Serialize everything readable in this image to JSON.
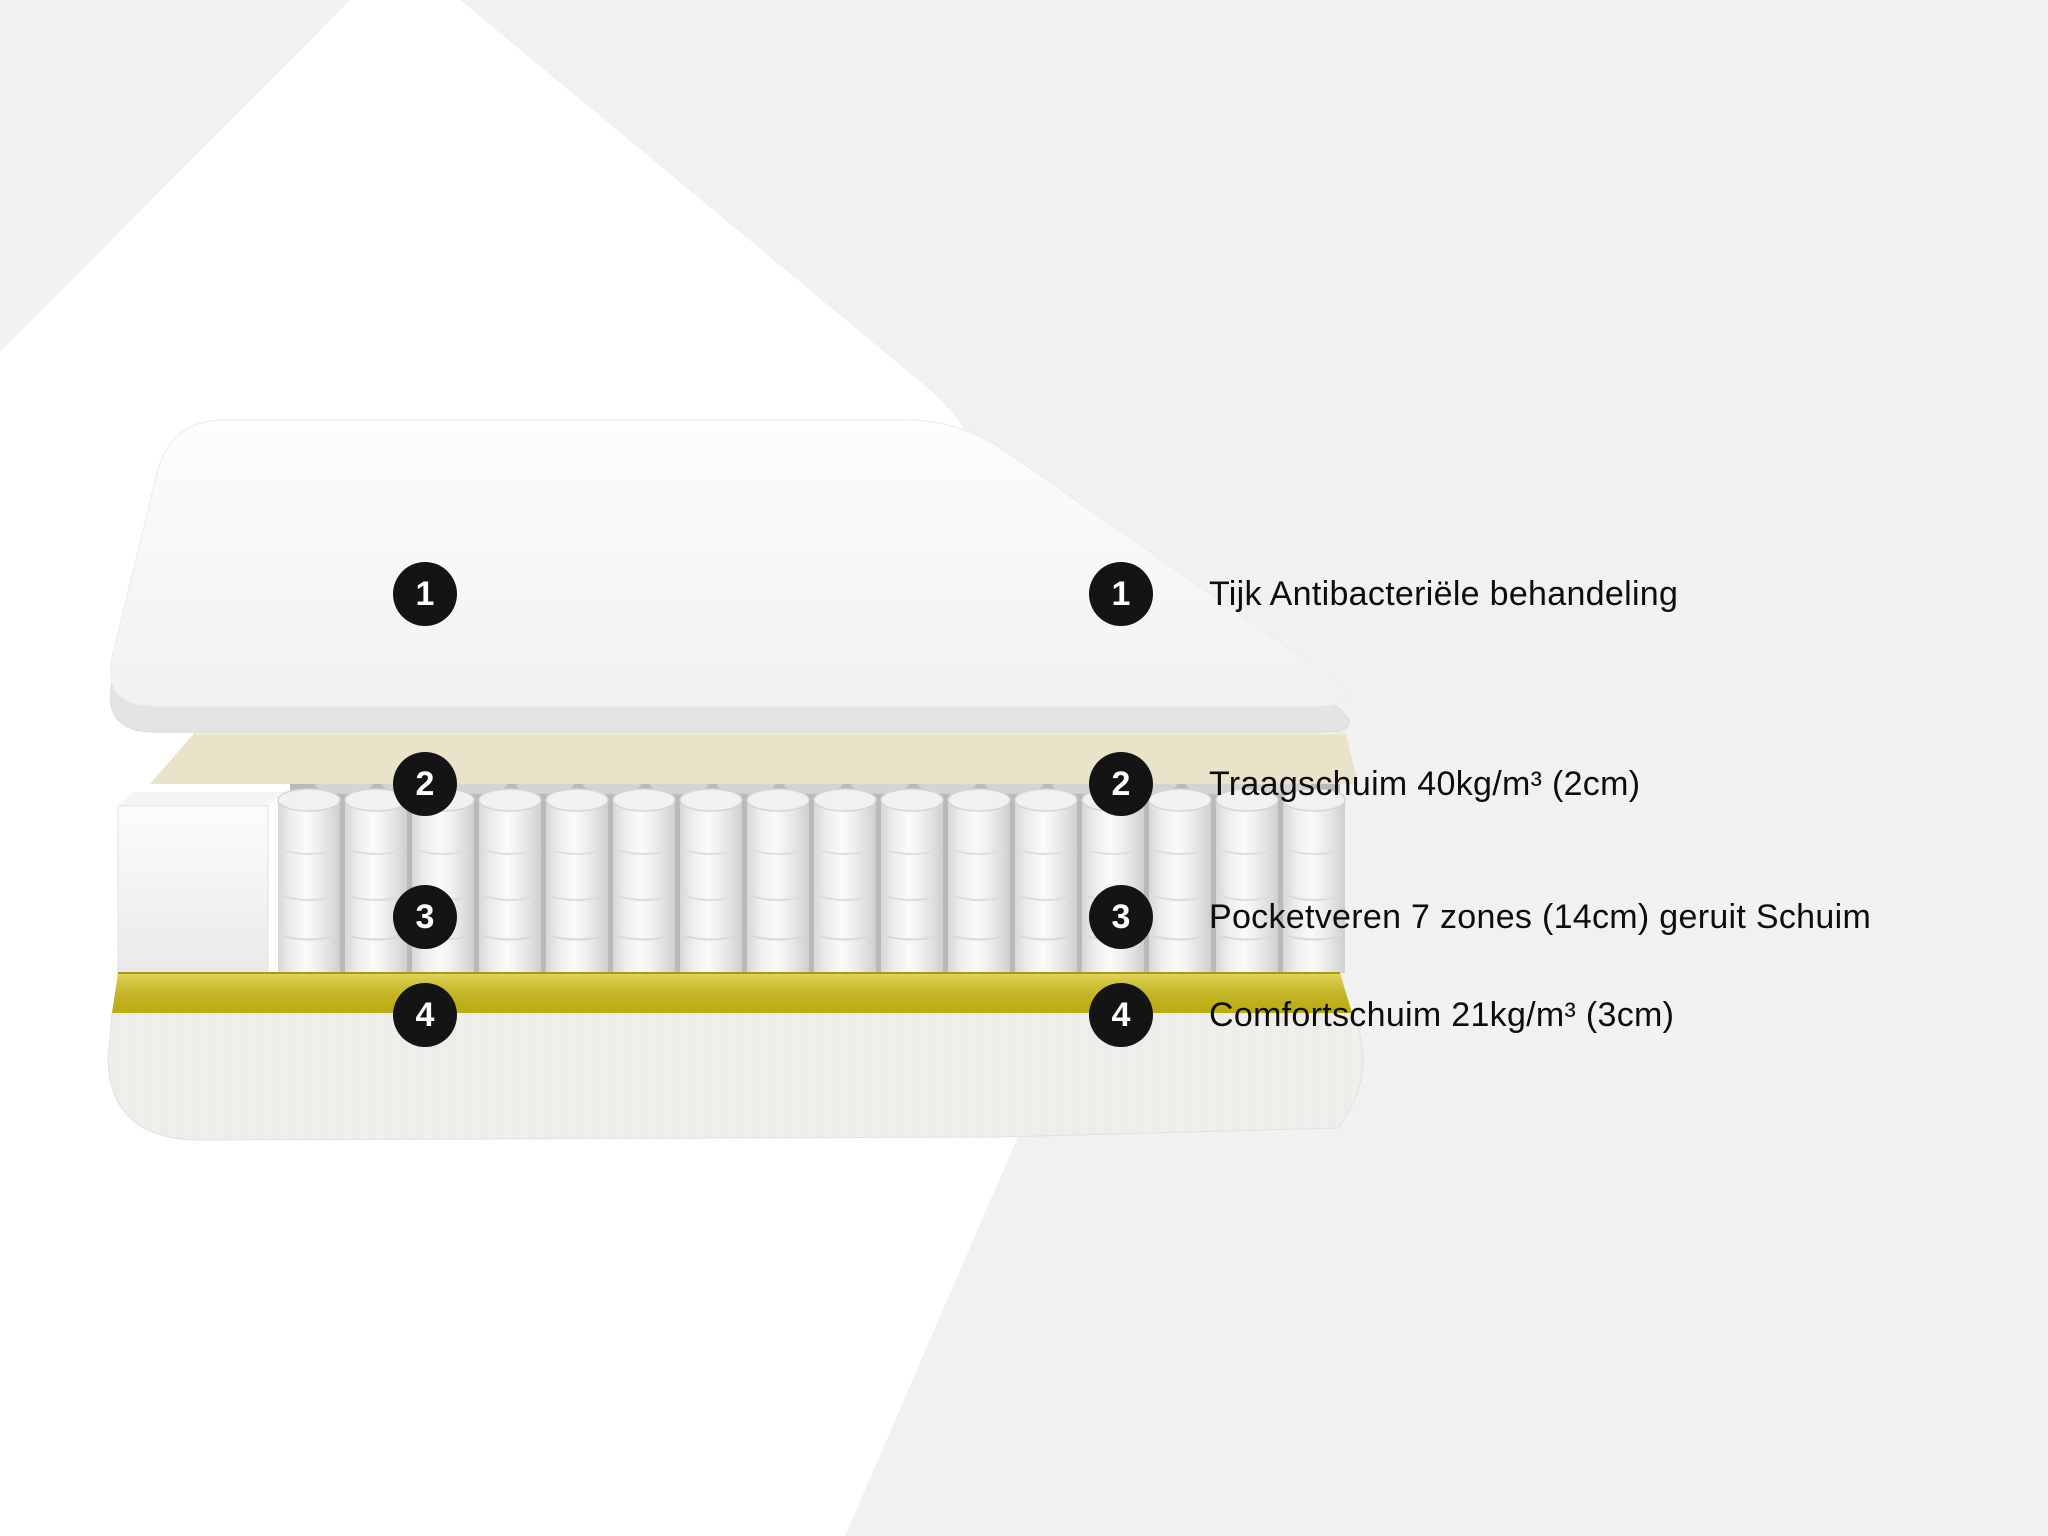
{
  "legend": {
    "items": [
      {
        "number": "1",
        "label": "Tijk Antibacteriële behandeling"
      },
      {
        "number": "2",
        "label": "Traagschuim 40kg/m³ (2cm)"
      },
      {
        "number": "3",
        "label": "Pocketveren 7 zones (14cm) geruit Schuim"
      },
      {
        "number": "4",
        "label": "Comfortschuim 21kg/m³ (3cm)"
      }
    ]
  },
  "diagram": {
    "layers": [
      {
        "id": "cover",
        "marker": "1"
      },
      {
        "id": "memory-foam",
        "marker": "2"
      },
      {
        "id": "pocket-springs",
        "marker": "3"
      },
      {
        "id": "comfort-foam",
        "marker": "4"
      }
    ],
    "colors": {
      "background": "#f1f1f2",
      "panel": "#ffffff",
      "cover": "#f7f7f7",
      "memory_foam": "#e8e3c9",
      "springs": "#f1f1f1",
      "comfort_foam": "#d7c513",
      "marker": "#141414"
    }
  }
}
